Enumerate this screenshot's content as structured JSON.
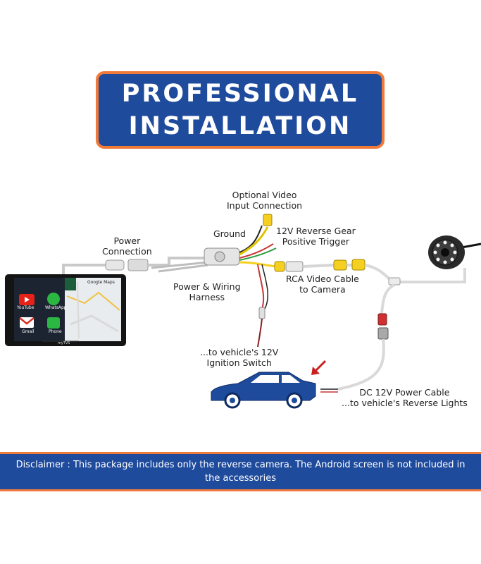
{
  "banner": {
    "line1": "PROFESSIONAL",
    "line2": "INSTALLATION"
  },
  "labels": {
    "optional_video_1": "Optional Video",
    "optional_video_2": "Input Connection",
    "ground": "Ground",
    "reverse_gear_1": "12V Reverse Gear",
    "reverse_gear_2": "Positive Trigger",
    "power_conn_1": "Power",
    "power_conn_2": "Connection",
    "harness_1": "Power & Wiring",
    "harness_2": "Harness",
    "rca_1": "RCA Video Cable",
    "rca_2": "to Camera",
    "ignition_1": "...to vehicle's 12V",
    "ignition_2": "Ignition Switch",
    "dc_1": "DC 12V Power Cable",
    "dc_2": "...to vehicle's Reverse Lights"
  },
  "screen": {
    "apps": [
      "YouTube",
      "WhatsApp",
      "Gmail",
      "Phone"
    ],
    "maps_label": "Google Maps",
    "brand": "myTVS"
  },
  "disclaimer": "Disclaimer : This package includes only the reverse camera. The Android screen is not included in the accessories",
  "colors": {
    "banner_bg": "#1f4b9d",
    "banner_border": "#f07a3a",
    "connector_yellow": "#f5d020",
    "connector_red": "#d03030"
  }
}
